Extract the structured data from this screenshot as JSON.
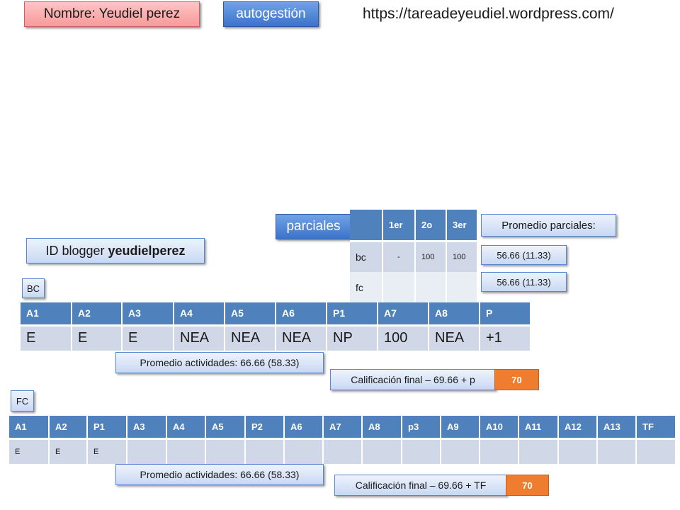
{
  "header": {
    "nombre": "Nombre: Yeudiel perez",
    "autogestion": "autogestión",
    "url": "https://tareadeyeudiel.wordpress.com/"
  },
  "blogger": {
    "prefix": "ID blogger ",
    "name": "yeudielperez"
  },
  "parciales": {
    "label": "parciales",
    "columns": [
      "",
      "1er",
      "2o",
      "3er"
    ],
    "rows": [
      {
        "name": "bc",
        "values": [
          "-",
          "100",
          "100"
        ]
      },
      {
        "name": "fc",
        "values": [
          "",
          "",
          ""
        ]
      }
    ],
    "promedio_label": "Promedio parciales:",
    "promedio_bc": "56.66 (11.33)",
    "promedio_fc": "56.66 (11.33)"
  },
  "bc": {
    "label": "BC",
    "columns": [
      "A1",
      "A2",
      "A3",
      "A4",
      "A5",
      "A6",
      "P1",
      "A7",
      "A8",
      "P"
    ],
    "values": [
      "E",
      "E",
      "E",
      "NEA",
      "NEA",
      "NEA",
      "NP",
      "100",
      "NEA",
      "+1"
    ],
    "promedio": "Promedio actividades: 66.66 (58.33)",
    "final_label": "Calificación final – 69.66 + p",
    "final_value": "70"
  },
  "fc": {
    "label": "FC",
    "columns": [
      "A1",
      "A2",
      "P1",
      "A3",
      "A4",
      "A5",
      "P2",
      "A6",
      "A7",
      "A8",
      "p3",
      "A9",
      "A10",
      "A11",
      "A12",
      "A13",
      "TF"
    ],
    "values": [
      "E",
      "E",
      "E",
      "",
      "",
      "",
      "",
      "",
      "",
      "",
      "",
      "",
      "",
      "",
      "",
      "",
      ""
    ],
    "promedio": "Promedio actividades: 66.66 (58.33)",
    "final_label": "Calificación final – 69.66 + TF",
    "final_value": "70"
  }
}
